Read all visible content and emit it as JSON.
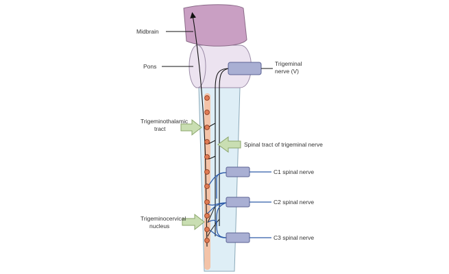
{
  "labels": {
    "midbrain": "Midbrain",
    "pons": "Pons",
    "trigeminal_nerve_line1": "Trigeminal",
    "trigeminal_nerve_line2": "nerve (V)",
    "trigeminothalamic_line1": "Trigeminothalamic",
    "trigeminothalamic_line2": "tract",
    "spinal_tract": "Spinal tract of trigeminal nerve",
    "c1": "C1 spinal nerve",
    "c2": "C2 spinal nerve",
    "c3": "C3 spinal nerve",
    "trigeminocervical_line1": "Trigeminocervical",
    "trigeminocervical_line2": "nucleus"
  },
  "colors": {
    "midbrain": "#c99fc3",
    "pons": "#ece3f0",
    "spinal_cord": "#deeef6",
    "nucleus_column": "#f3c3a8",
    "neuron": "#e07b54",
    "nerve_root": "#a9afd3",
    "spinal_nerve_line": "#2d5aa8",
    "arrow": "#c9deb2"
  }
}
